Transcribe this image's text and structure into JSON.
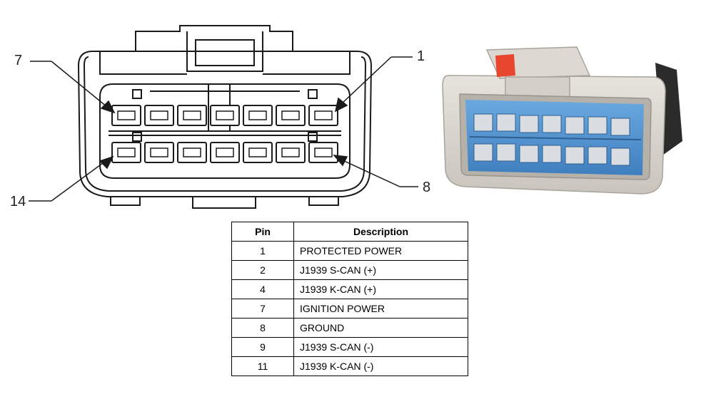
{
  "callouts": {
    "pin_7": "7",
    "pin_1": "1",
    "pin_14": "14",
    "pin_8": "8"
  },
  "table": {
    "headers": {
      "pin": "Pin",
      "description": "Description"
    },
    "rows": [
      {
        "pin": "1",
        "description": "PROTECTED POWER"
      },
      {
        "pin": "2",
        "description": "J1939 S-CAN (+)"
      },
      {
        "pin": "4",
        "description": "J1939 K-CAN (+)"
      },
      {
        "pin": "7",
        "description": "IGNITION POWER"
      },
      {
        "pin": "8",
        "description": "GROUND"
      },
      {
        "pin": "9",
        "description": "J1939 S-CAN (-)"
      },
      {
        "pin": "11",
        "description": "J1939 K-CAN (-)"
      }
    ]
  },
  "colors": {
    "line": "#1a1a1a",
    "housing": "#d8d5cf",
    "insert": "#5b9bd5",
    "latch": "#e8472f"
  }
}
